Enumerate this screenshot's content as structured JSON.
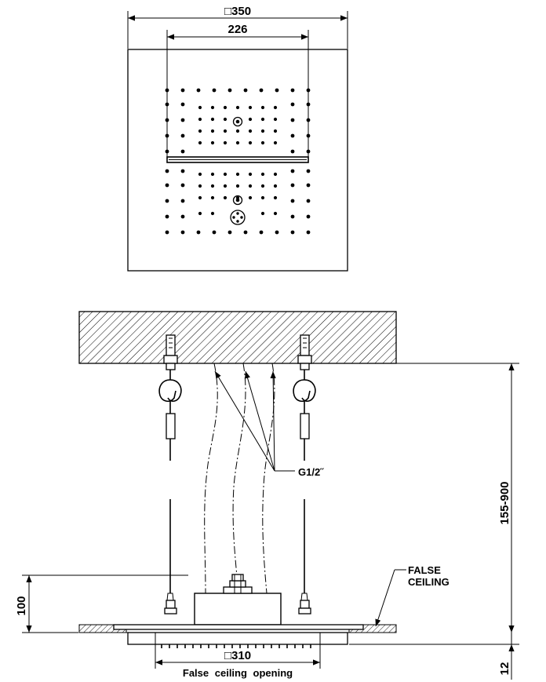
{
  "top_view": {
    "overall_size_label": "□350",
    "spray_width_label": "226"
  },
  "side_view": {
    "connection_label": "G1/2˝",
    "false_ceiling_label": [
      "FALSE",
      "CEILING"
    ],
    "height_range_label": "155-900",
    "body_height_label": "100",
    "panel_thickness_label": "12",
    "opening_size_label": "□310",
    "opening_caption": "False ceiling opening"
  }
}
